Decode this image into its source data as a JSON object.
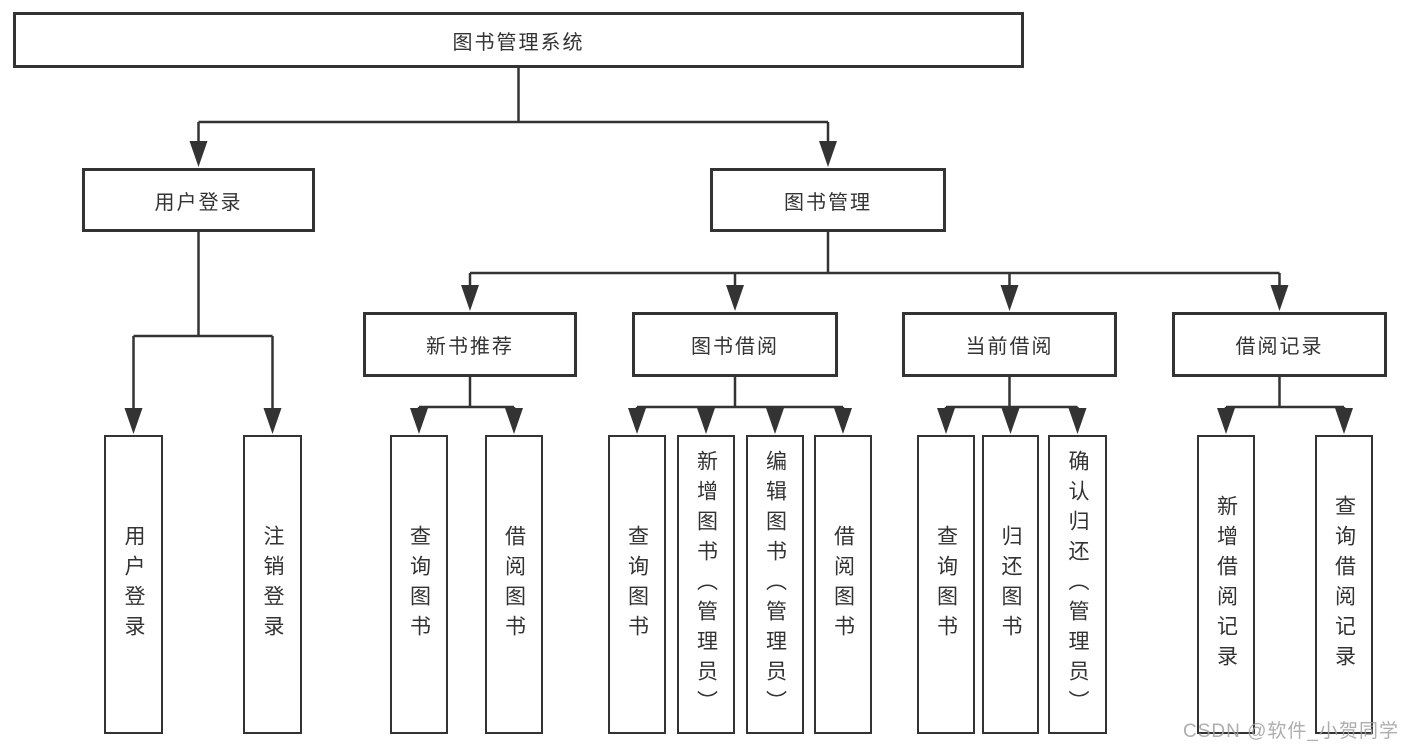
{
  "nodes": {
    "root": {
      "label": "图书管理系统"
    },
    "level2": [
      {
        "label": "用户登录"
      },
      {
        "label": "图书管理"
      }
    ],
    "level3": [
      {
        "label": "新书推荐"
      },
      {
        "label": "图书借阅"
      },
      {
        "label": "当前借阅"
      },
      {
        "label": "借阅记录"
      }
    ],
    "leaves": [
      {
        "label": "用户登录"
      },
      {
        "label": "注销登录"
      },
      {
        "label": "查询图书"
      },
      {
        "label": "借阅图书"
      },
      {
        "label": "查询图书"
      },
      {
        "label": "新增图书（管理员）"
      },
      {
        "label": "编辑图书（管理员）"
      },
      {
        "label": "借阅图书"
      },
      {
        "label": "查询图书"
      },
      {
        "label": "归还图书"
      },
      {
        "label": "确认归还（管理员）"
      },
      {
        "label": "新增借阅记录"
      },
      {
        "label": "查询借阅记录"
      }
    ]
  },
  "watermark": "CSDN @软件_小贺同学",
  "colors": {
    "line": "#333333",
    "box_border": "#333333",
    "text": "#333333",
    "watermark": "#a0a0a0",
    "background": "#ffffff"
  }
}
